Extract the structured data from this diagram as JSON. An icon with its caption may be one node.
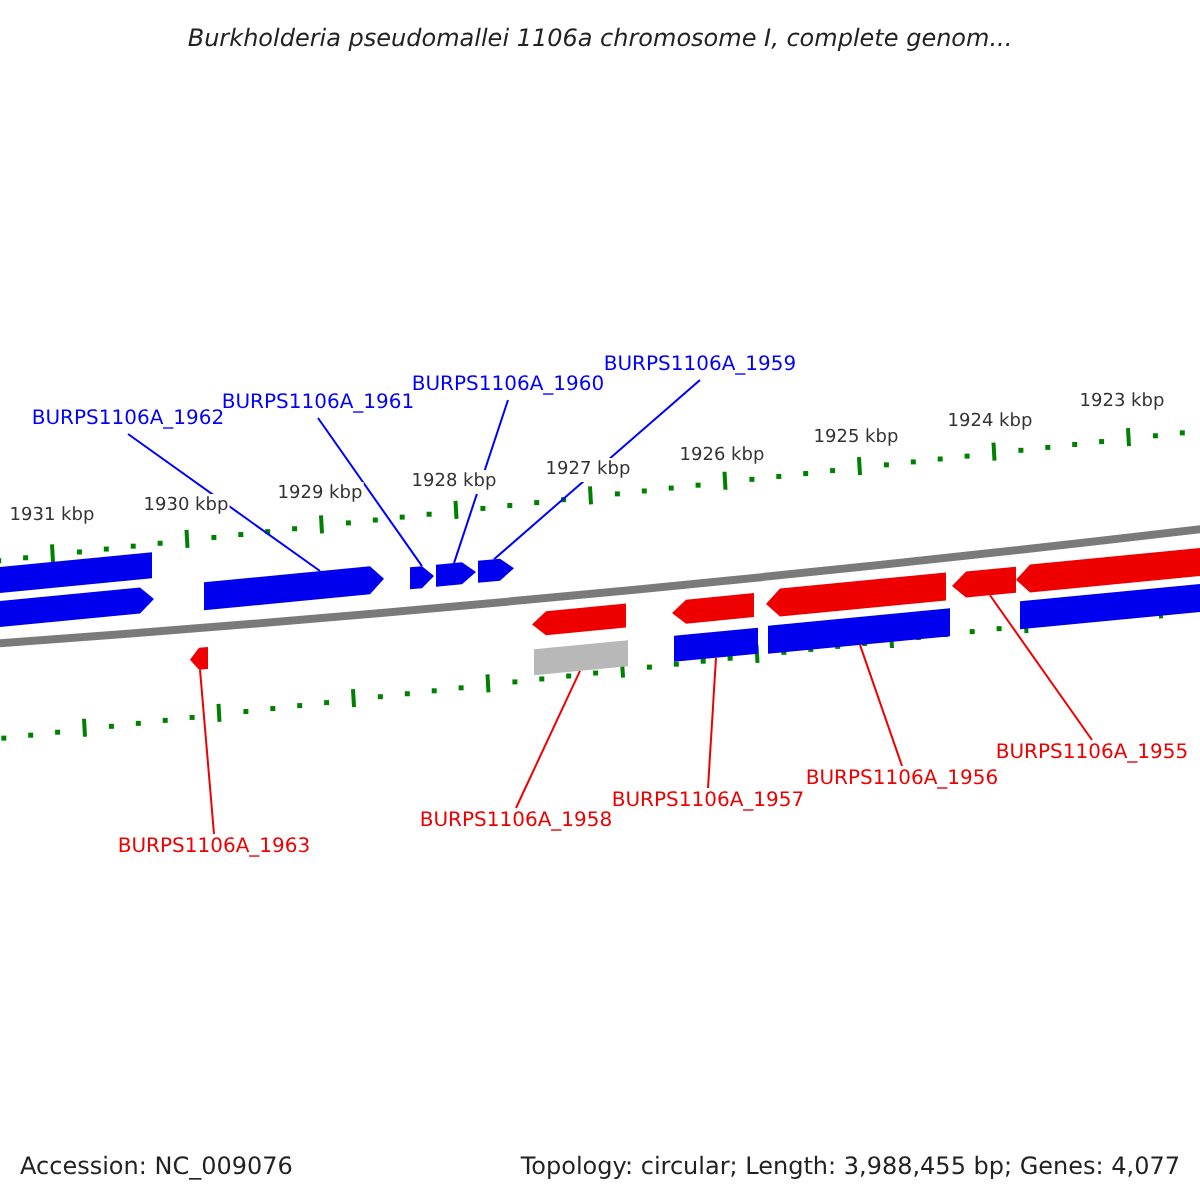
{
  "diagram": {
    "title": "Burkholderia pseudomallei 1106a chromosome I, complete genom...",
    "nodes": [
      {
        "text": [
          "BURPS1106A_1962"
        ]
      },
      {
        "text": [
          "BURPS1106A_1961"
        ]
      },
      {
        "text": [
          "BURPS1106A_1960"
        ]
      },
      {
        "text": [
          "BURPS1106A_1959"
        ]
      },
      {
        "text": [
          "BURPS1106A_1963"
        ]
      },
      {
        "text": [
          "BURPS1106A_1958"
        ]
      },
      {
        "text": [
          "BURPS1106A_1957"
        ]
      },
      {
        "text": [
          "BURPS1106A_1956"
        ]
      },
      {
        "text": [
          "BURPS1106A_1955"
        ]
      },
      {
        "text": [],
        "shape": "bar"
      },
      {
        "text": [],
        "shape": "arrow"
      },
      {
        "text": [],
        "shape": "arrow"
      },
      {
        "text": [],
        "shape": "arrow"
      },
      {
        "text": [],
        "shape": "arrow"
      },
      {
        "text": [],
        "shape": "arrow"
      },
      {
        "text": [],
        "shape": "arrow"
      },
      {
        "text": [],
        "shape": "arrow"
      },
      {
        "text": [],
        "shape": "bar"
      },
      {
        "text": [],
        "shape": "arrow"
      },
      {
        "text": [],
        "shape": "bar"
      },
      {
        "text": [],
        "shape": "arrow"
      },
      {
        "text": [],
        "shape": "bar"
      },
      {
        "text": [],
        "shape": "arrow"
      },
      {
        "text": [],
        "shape": "arrow"
      },
      {
        "text": [],
        "shape": "bar"
      }
    ],
    "edges": [
      {
        "from": 0,
        "to": 12,
        "arrow": "none",
        "color": "#0000ff"
      },
      {
        "from": 1,
        "to": 13,
        "arrow": "none",
        "color": "#0000ff"
      },
      {
        "from": 2,
        "to": 14,
        "arrow": "none",
        "color": "#0000ff"
      },
      {
        "from": 3,
        "to": 15,
        "arrow": "none",
        "color": "#0000ff"
      },
      {
        "from": 4,
        "to": 11,
        "arrow": "none"
      },
      {
        "from": 5,
        "to": 17,
        "arrow": "none"
      },
      {
        "from": 6,
        "to": 19,
        "arrow": "none"
      },
      {
        "from": 7,
        "to": 21,
        "arrow": "none"
      },
      {
        "from": 8,
        "to": 22,
        "arrow": "none"
      }
    ],
    "labels": [
      "1931 kbp",
      "1930 kbp",
      "1929 kbp",
      "1928 kbp",
      "1927 kbp",
      "1926 kbp",
      "1925 kbp",
      "1924 kbp",
      "1923 kbp",
      "Accession: NC_009076",
      "Topology: circular; Length: 3,988,455 bp; Genes: 4,077"
    ]
  }
}
